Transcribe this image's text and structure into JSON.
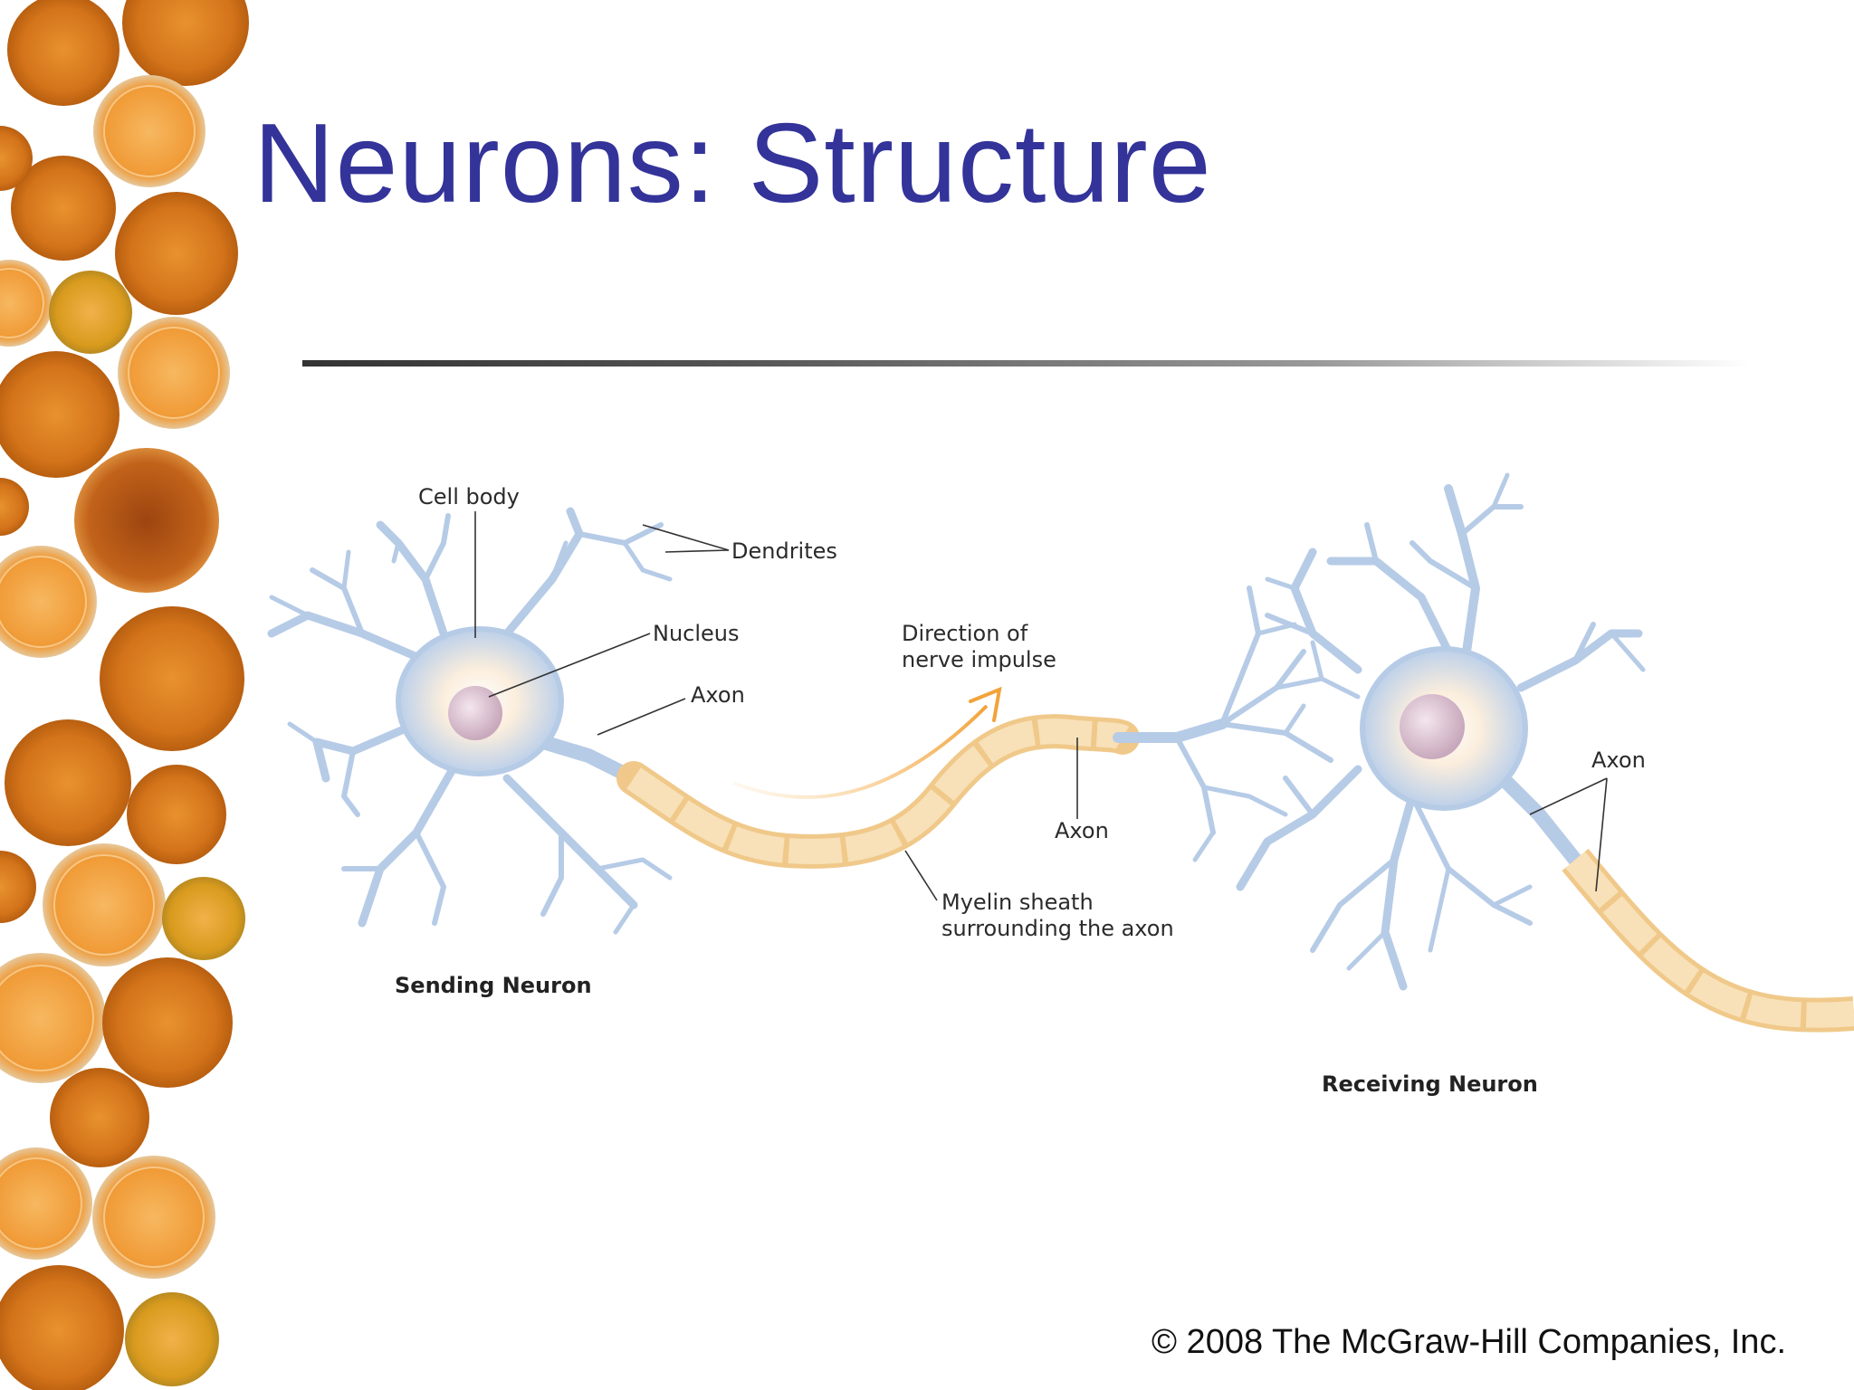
{
  "slide": {
    "title": "Neurons: Structure",
    "copyright": "© 2008 The McGraw-Hill Companies, Inc."
  },
  "diagram": {
    "labels": {
      "cell_body": "Cell body",
      "dendrites": "Dendrites",
      "nucleus": "Nucleus",
      "axon_sending": "Axon",
      "direction_line1": "Direction of",
      "direction_line2": "nerve impulse",
      "axon_middle": "Axon",
      "myelin_line1": "Myelin sheath",
      "myelin_line2": "surrounding the axon",
      "axon_receiving": "Axon",
      "sending_neuron": "Sending Neuron",
      "receiving_neuron": "Receiving Neuron"
    }
  },
  "colors": {
    "title": "#33339a",
    "neuron": "#b9cde6",
    "myelin": "#f4d7a6",
    "impulse_arrow": "#f0a030",
    "orange": "#d97a1c"
  }
}
